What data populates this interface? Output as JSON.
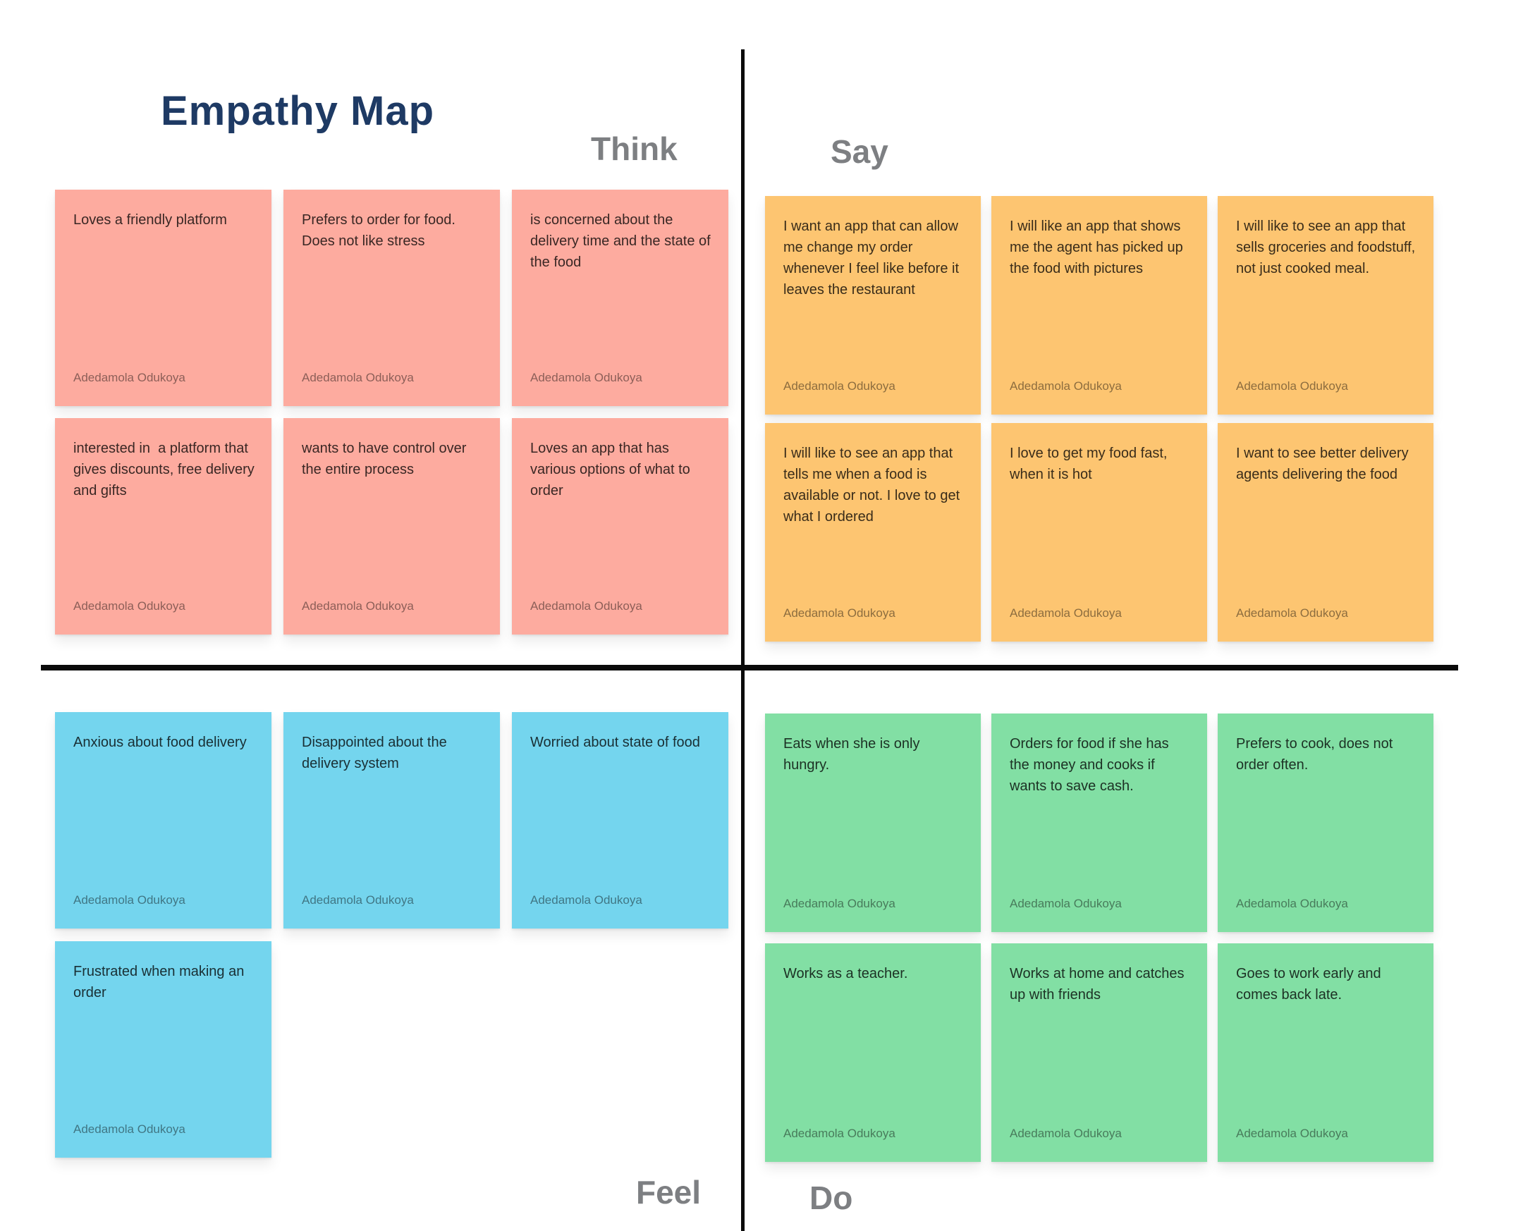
{
  "title": "Empathy Map",
  "author": "Adedamola Odukoya",
  "colors": {
    "background": "#FFFFFF",
    "title": "#1E3A64",
    "quadrant_label": "#7D7F82",
    "divider": "#0A0A0A",
    "think_note": "#FDAB9F",
    "say_note": "#FDC571",
    "feel_note": "#74D5EE",
    "do_note": "#82DFA4"
  },
  "quadrants": [
    {
      "id": "think",
      "label": "Think",
      "color": "#FDAB9F",
      "notes": [
        {
          "text": "Loves a friendly platform"
        },
        {
          "text": "Prefers to order for food. Does not like stress"
        },
        {
          "text": "is concerned about the delivery time and the state of the food"
        },
        {
          "text": "interested in  a platform that gives discounts, free delivery and gifts"
        },
        {
          "text": "wants to have control over the entire process"
        },
        {
          "text": "Loves an app that has various options of what to order"
        }
      ]
    },
    {
      "id": "say",
      "label": "Say",
      "color": "#FDC571",
      "notes": [
        {
          "text": "I want an app that can allow me change my order whenever I feel like before it leaves the restaurant"
        },
        {
          "text": "I will like an app that shows me the agent has picked up the food with pictures"
        },
        {
          "text": "I will like to see an app that sells groceries and foodstuff, not just cooked meal."
        },
        {
          "text": "I will like to see an app that tells me when a food is available or not. I love to get what I ordered"
        },
        {
          "text": "I love to get my food fast, when it is hot"
        },
        {
          "text": "I want to see better delivery agents delivering the food"
        }
      ]
    },
    {
      "id": "feel",
      "label": "Feel",
      "color": "#74D5EE",
      "notes": [
        {
          "text": "Anxious about food delivery"
        },
        {
          "text": "Disappointed about the delivery system"
        },
        {
          "text": "Worried about state of food"
        },
        {
          "text": "Frustrated when making an order"
        }
      ]
    },
    {
      "id": "do",
      "label": "Do",
      "color": "#82DFA4",
      "notes": [
        {
          "text": "Eats when she is only hungry."
        },
        {
          "text": "Orders for food if she has the money and cooks if wants to save cash."
        },
        {
          "text": "Prefers to cook, does not order often."
        },
        {
          "text": "Works as a teacher."
        },
        {
          "text": "Works at home and catches up with friends"
        },
        {
          "text": "Goes to work early and comes back late."
        }
      ]
    }
  ]
}
